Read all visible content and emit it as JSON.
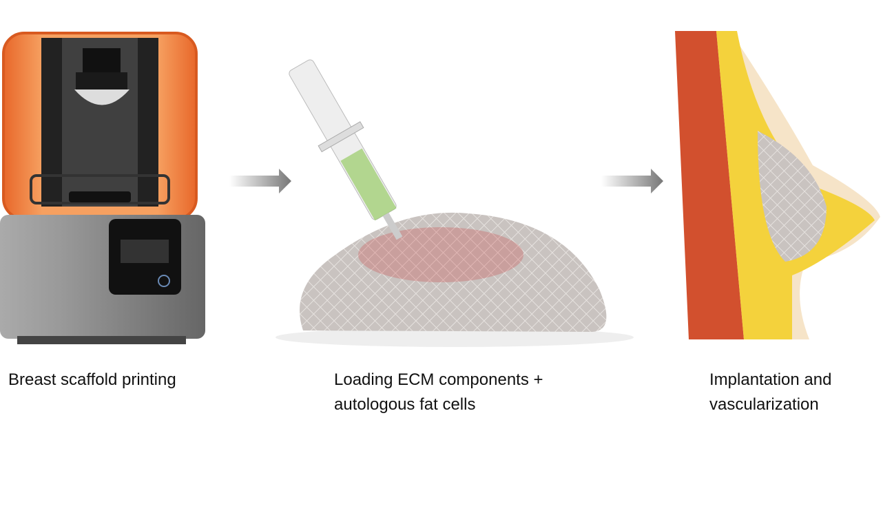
{
  "steps": [
    {
      "label": "Breast scaffold printing"
    },
    {
      "label_line1": "Loading ECM components +",
      "label_line2": "autologous fat cells"
    },
    {
      "label_line1": "Implantation and",
      "label_line2": "vascularization"
    }
  ],
  "colors": {
    "orange": "#e8672a",
    "gray": "#8a8a8a",
    "skin": "#f2d3a8",
    "fat": "#f4d23c",
    "muscle": "#c8452c"
  }
}
